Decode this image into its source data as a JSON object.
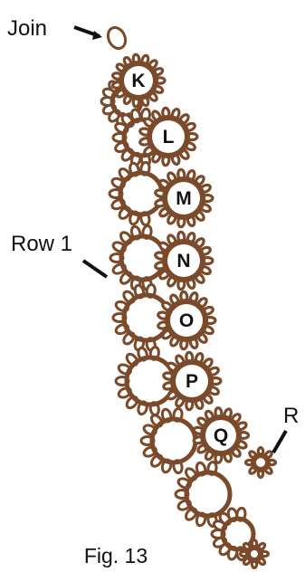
{
  "colors": {
    "thread": "#7a4a2a",
    "ring_fill": "#ffffff",
    "text": "#111111",
    "background": "#ffffff"
  },
  "labels": {
    "join": "Join",
    "row1": "Row 1",
    "r": "R",
    "caption": "Fig. 13"
  },
  "rings": [
    "K",
    "L",
    "M",
    "N",
    "O",
    "P",
    "Q"
  ]
}
